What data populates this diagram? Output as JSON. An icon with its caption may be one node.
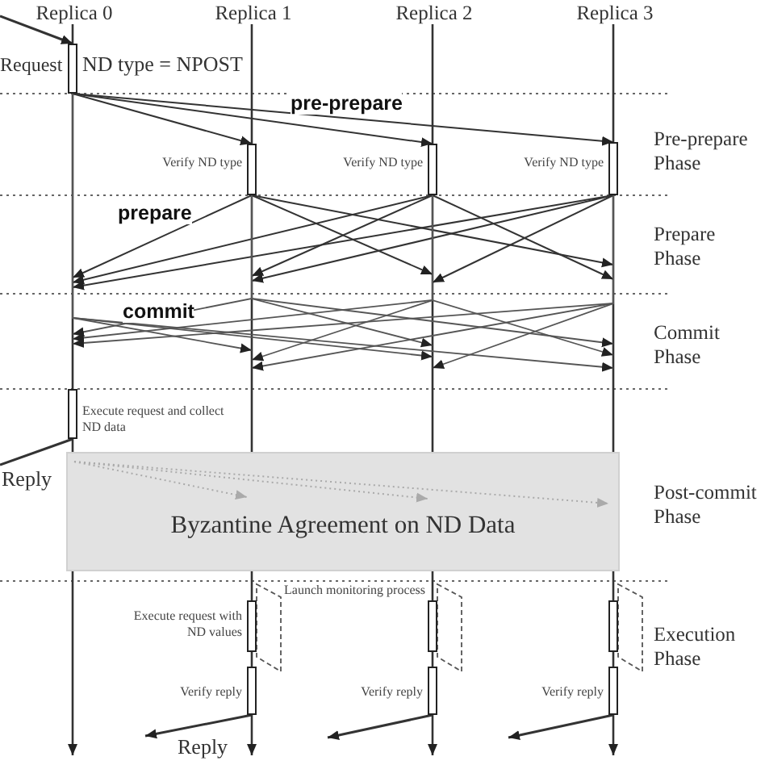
{
  "diagram": {
    "nodes": [
      {
        "text": [
          "Replica 0"
        ]
      },
      {
        "text": [
          "Replica 1"
        ]
      },
      {
        "text": [
          "Replica 2"
        ]
      },
      {
        "text": [
          "Replica 3"
        ]
      },
      {
        "text": [],
        "shape": "bar",
        "beside": [
          "ND type = NPOST"
        ]
      },
      {
        "text": [],
        "shape": "bar",
        "beside": [
          "Verify ND type"
        ]
      },
      {
        "text": [],
        "shape": "bar",
        "beside": [
          "Verify ND type"
        ]
      },
      {
        "text": [],
        "shape": "bar",
        "beside": [
          "Verify ND type"
        ]
      },
      {
        "text": [],
        "shape": "bar",
        "beside": [
          "Execute request and collect ND data"
        ]
      },
      {
        "text": [
          "Byzantine Agreement on ND Data"
        ]
      },
      {
        "text": [],
        "shape": "bar",
        "beside": [
          "Execute request with ND values"
        ]
      },
      {
        "text": [],
        "shape": "bar",
        "beside": [
          "Verify reply"
        ]
      },
      {
        "text": [],
        "shape": "bar"
      },
      {
        "text": [],
        "shape": "bar",
        "beside": [
          "Verify reply"
        ]
      },
      {
        "text": [],
        "shape": "bar"
      },
      {
        "text": [],
        "shape": "bar",
        "beside": [
          "Verify reply"
        ]
      }
    ],
    "edges": [
      {
        "from": 0,
        "to": 4,
        "arrow": "none"
      },
      {
        "from": 4,
        "to": 8,
        "arrow": "none"
      },
      {
        "from": 8,
        "to": 9,
        "arrow": "none"
      },
      {
        "from": 9,
        "to": null,
        "arrow": "to"
      },
      {
        "from": 1,
        "to": 5,
        "arrow": "none"
      },
      {
        "from": 5,
        "to": 9,
        "arrow": "none"
      },
      {
        "from": 9,
        "to": 10,
        "arrow": "none"
      },
      {
        "from": 10,
        "to": 11,
        "arrow": "none"
      },
      {
        "from": 11,
        "to": null,
        "arrow": "to"
      },
      {
        "from": 2,
        "to": 6,
        "arrow": "none"
      },
      {
        "from": 6,
        "to": 9,
        "arrow": "none"
      },
      {
        "from": 9,
        "to": 12,
        "arrow": "none"
      },
      {
        "from": 12,
        "to": 13,
        "arrow": "none"
      },
      {
        "from": 13,
        "to": null,
        "arrow": "to"
      },
      {
        "from": 3,
        "to": 7,
        "arrow": "none"
      },
      {
        "from": 7,
        "to": 9,
        "arrow": "none"
      },
      {
        "from": 9,
        "to": 14,
        "arrow": "none"
      },
      {
        "from": 14,
        "to": 15,
        "arrow": "none"
      },
      {
        "from": 15,
        "to": null,
        "arrow": "to"
      },
      {
        "from": null,
        "to": 4,
        "arrow": "to",
        "label": "Request"
      },
      {
        "from": 4,
        "to": 5,
        "arrow": "to"
      },
      {
        "from": 4,
        "to": 6,
        "arrow": "to"
      },
      {
        "from": 4,
        "to": 7,
        "arrow": "to"
      },
      {
        "from": 5,
        "to": null,
        "arrow": "to"
      },
      {
        "from": 5,
        "to": null,
        "arrow": "to"
      },
      {
        "from": 5,
        "to": null,
        "arrow": "to"
      },
      {
        "from": 6,
        "to": null,
        "arrow": "to"
      },
      {
        "from": 6,
        "to": null,
        "arrow": "to"
      },
      {
        "from": 6,
        "to": null,
        "arrow": "to"
      },
      {
        "from": 7,
        "to": null,
        "arrow": "to"
      },
      {
        "from": 7,
        "to": null,
        "arrow": "to"
      },
      {
        "from": 7,
        "to": null,
        "arrow": "to"
      },
      {
        "from": 4,
        "to": null,
        "arrow": "to"
      },
      {
        "from": 4,
        "to": null,
        "arrow": "to"
      },
      {
        "from": 4,
        "to": null,
        "arrow": "to"
      },
      {
        "from": 5,
        "to": null,
        "arrow": "to"
      },
      {
        "from": 5,
        "to": null,
        "arrow": "to"
      },
      {
        "from": 5,
        "to": null,
        "arrow": "to"
      },
      {
        "from": 6,
        "to": null,
        "arrow": "to"
      },
      {
        "from": 6,
        "to": null,
        "arrow": "to"
      },
      {
        "from": 6,
        "to": null,
        "arrow": "to"
      },
      {
        "from": 7,
        "to": null,
        "arrow": "to"
      },
      {
        "from": 7,
        "to": null,
        "arrow": "to"
      },
      {
        "from": 7,
        "to": null,
        "arrow": "to"
      },
      {
        "from": 8,
        "to": null,
        "arrow": "none",
        "label": "Reply"
      },
      {
        "from": 11,
        "to": null,
        "arrow": "to",
        "label": "Reply"
      },
      {
        "from": 13,
        "to": null,
        "arrow": "to"
      },
      {
        "from": 15,
        "to": null,
        "arrow": "to"
      }
    ],
    "labels": [
      "pre-prepare",
      "Pre-prepare Phase",
      "prepare",
      "Prepare Phase",
      "commit",
      "Commit Phase",
      "Post-commit Phase",
      "Launch monitoring process",
      "Execution Phase"
    ]
  }
}
